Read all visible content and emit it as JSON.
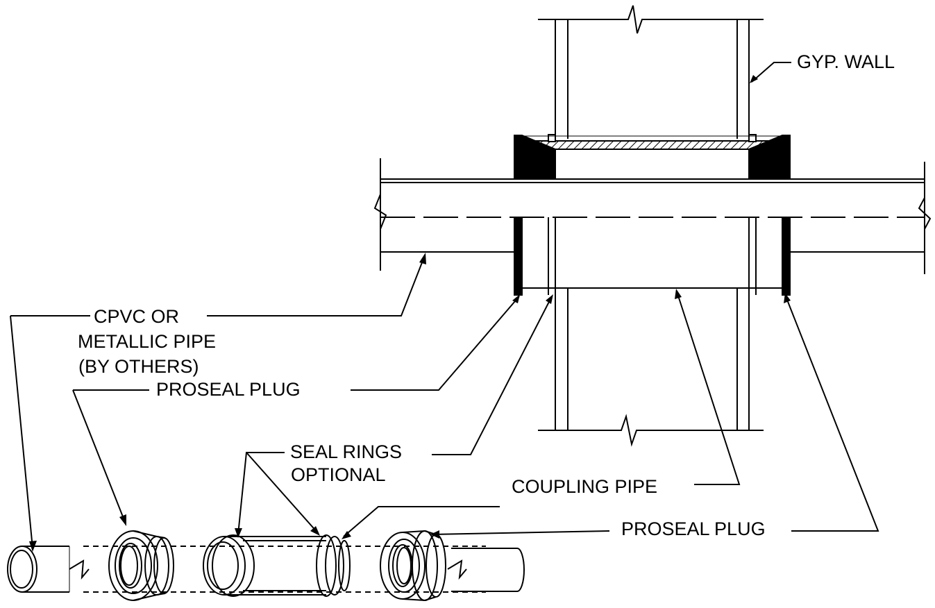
{
  "labels": {
    "gyp_wall": "GYP. WALL",
    "pipe_line1": "CPVC OR",
    "pipe_line2": "METALLIC PIPE",
    "pipe_line3": "(BY OTHERS)",
    "proseal_plug_left": "PROSEAL PLUG",
    "seal_rings_line1": "SEAL RINGS",
    "seal_rings_line2": "OPTIONAL",
    "coupling_pipe": "COUPLING PIPE",
    "proseal_plug_right": "PROSEAL PLUG"
  },
  "colors": {
    "line": "#000000",
    "background": "#ffffff"
  }
}
